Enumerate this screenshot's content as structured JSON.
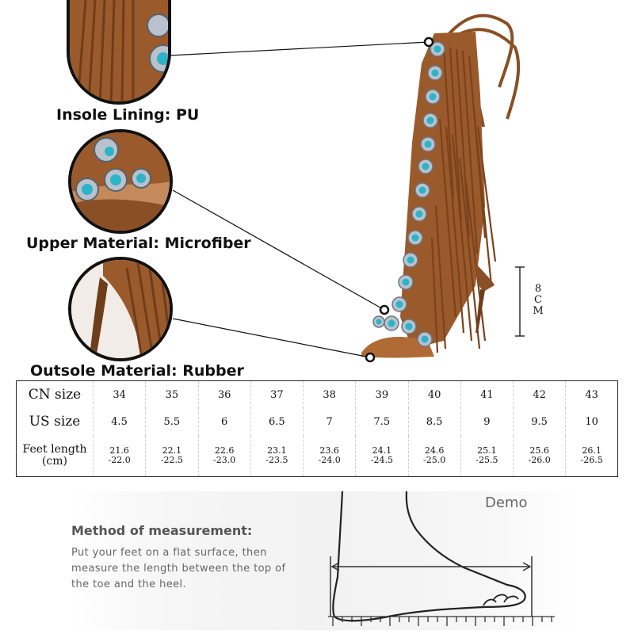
{
  "callouts": {
    "insole": "Insole Lining: PU",
    "upper": "Upper Material: Microfiber",
    "outsole": "Outsole Material: Rubber"
  },
  "heel_height": {
    "chars": [
      "8",
      "C",
      "M"
    ]
  },
  "size_table": {
    "rows": [
      {
        "label": "CN size",
        "values": [
          "34",
          "35",
          "36",
          "37",
          "38",
          "39",
          "40",
          "41",
          "42",
          "43"
        ]
      },
      {
        "label": "US size",
        "values": [
          "4.5",
          "5.5",
          "6",
          "6.5",
          "7",
          "7.5",
          "8.5",
          "9",
          "9.5",
          "10"
        ]
      }
    ],
    "feet": {
      "label_line1": "Feet length",
      "label_line2": "(cm)",
      "values": [
        [
          "21.6",
          "-22.0"
        ],
        [
          "22.1",
          "-22.5"
        ],
        [
          "22.6",
          "-23.0"
        ],
        [
          "23.1",
          "-23.5"
        ],
        [
          "23.6",
          "-24.0"
        ],
        [
          "24.1",
          "-24.5"
        ],
        [
          "24.6",
          "-25.0"
        ],
        [
          "25.1",
          "-25.5"
        ],
        [
          "25.6",
          "-26.0"
        ],
        [
          "26.1",
          "-26.5"
        ]
      ]
    }
  },
  "measurement": {
    "title": "Method of measurement:",
    "line1": "Put your feet on a flat surface,  then",
    "line2": "measure the length between the top of",
    "line3": "the toe and the heel.",
    "demo_label": "Demo"
  },
  "colors": {
    "suede": "#9a5a2c",
    "suede_dark": "#6e3d1a",
    "turquoise": "#2bb4c8",
    "silver": "#b9c2cc"
  }
}
